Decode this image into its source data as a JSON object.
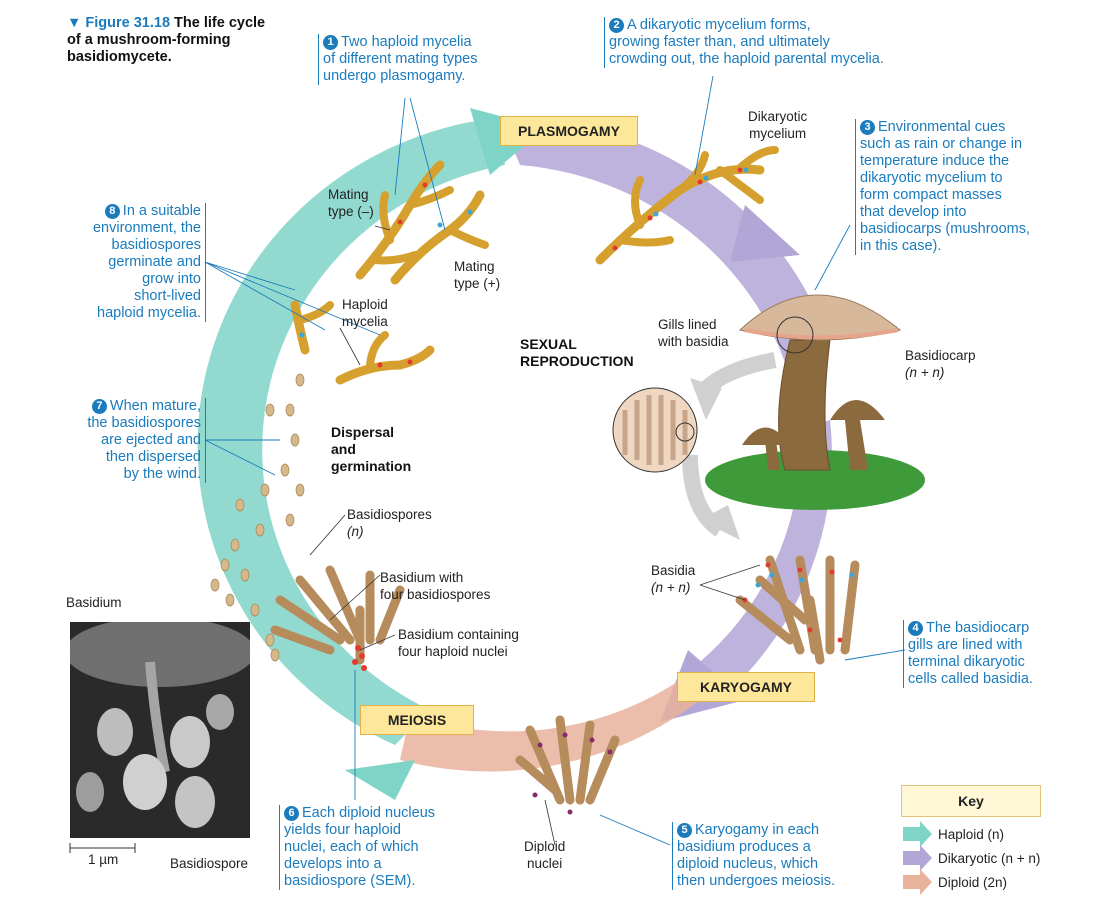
{
  "figure": {
    "number": "Figure 31.18",
    "caption": "The life cycle of a mushroom-forming basidiomycete."
  },
  "stages": {
    "plasmogamy": "PLASMOGAMY",
    "karyogamy": "KARYOGAMY",
    "meiosis": "MEIOSIS"
  },
  "center": {
    "sexual_reproduction": [
      "SEXUAL",
      "REPRODUCTION"
    ],
    "dispersal": [
      "Dispersal",
      "and",
      "germination"
    ]
  },
  "steps": [
    {
      "n": "1",
      "lines": [
        "Two haploid mycelia",
        "of different mating types",
        "undergo plasmogamy."
      ]
    },
    {
      "n": "2",
      "lines": [
        "A dikaryotic mycelium forms,",
        "growing faster than, and ultimately",
        "crowding out, the haploid parental mycelia."
      ]
    },
    {
      "n": "3",
      "lines": [
        "Environmental cues",
        "such as rain or change in",
        "temperature induce the",
        "dikaryotic mycelium to",
        "form compact masses",
        "that develop into",
        "basidiocarps (mushrooms,",
        "in this case)."
      ]
    },
    {
      "n": "4",
      "lines": [
        "The basidiocarp",
        "gills are lined with",
        "terminal dikaryotic",
        "cells called basidia."
      ]
    },
    {
      "n": "5",
      "lines": [
        "Karyogamy in each",
        "basidium produces a",
        "diploid nucleus, which",
        "then undergoes meiosis."
      ]
    },
    {
      "n": "6",
      "lines": [
        "Each diploid nucleus",
        "yields four haploid",
        "nuclei, each of which",
        "develops into a",
        "basidiospore (SEM)."
      ]
    },
    {
      "n": "7",
      "lines": [
        "When mature,",
        "the basidiospores",
        "are ejected and",
        "then dispersed",
        "by the wind."
      ]
    },
    {
      "n": "8",
      "lines": [
        "In a suitable",
        "environment, the",
        "basidiospores",
        "germinate and",
        "grow into",
        "short-lived",
        "haploid mycelia."
      ]
    }
  ],
  "labels": {
    "mating_minus": [
      "Mating",
      "type (–)"
    ],
    "mating_plus": [
      "Mating",
      "type (+)"
    ],
    "haploid_mycelia": [
      "Haploid",
      "mycelia"
    ],
    "dikaryotic_mycelium": [
      "Dikaryotic",
      "mycelium"
    ],
    "gills": [
      "Gills lined",
      "with basidia"
    ],
    "basidiocarp": [
      "Basidiocarp",
      "(n + n)"
    ],
    "basidia": [
      "Basidia",
      "(n + n)"
    ],
    "basidiospores": [
      "Basidiospores",
      "(n)"
    ],
    "basidium_four_spores": [
      "Basidium with",
      "four basidiospores"
    ],
    "basidium_four_nuclei": [
      "Basidium containing",
      "four haploid nuclei"
    ],
    "diploid_nuclei": [
      "Diploid",
      "nuclei"
    ],
    "basidium": "Basidium",
    "basidiospore": "Basidiospore",
    "scale": "1 µm"
  },
  "key": {
    "title": "Key",
    "items": [
      {
        "label": "Haploid (n)",
        "color": "#7fd4c8"
      },
      {
        "label": "Dikaryotic (n + n)",
        "color": "#b1a6d6"
      },
      {
        "label": "Diploid (2n)",
        "color": "#e9b29c"
      }
    ]
  },
  "colors": {
    "haploid": "#7fd4c8",
    "dikaryotic": "#b1a6d6",
    "diploid": "#e9b29c",
    "text_blue": "#1a7bbd",
    "stage_fill": "#fde79a"
  }
}
